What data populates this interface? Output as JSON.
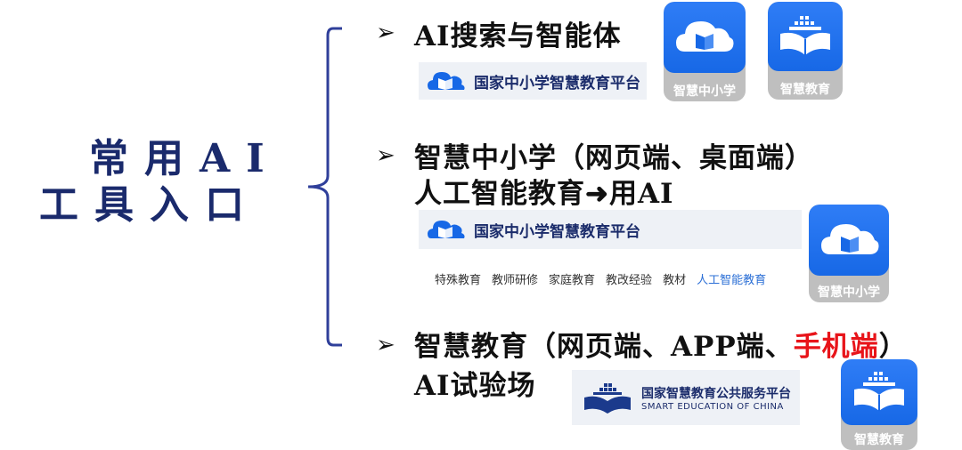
{
  "title": {
    "line1": "常用AI",
    "line2": "工具入口"
  },
  "items": [
    {
      "bullet": "➢",
      "text": "AI搜索与智能体"
    },
    {
      "bullet": "➢",
      "line1": "智慧中小学（网页端、桌面端）",
      "line2": "人工智能教育➜用AI"
    },
    {
      "bullet": "➢",
      "line1_part1": "智慧教育（网页端、APP端、",
      "line1_red": "手机端",
      "line1_part3": "）",
      "line2": "AI试验场"
    }
  ],
  "banners": {
    "zxx": "国家中小学智慧教育平台",
    "smart_cn": "国家智慧教育公共服务平台",
    "smart_en": "SMART EDUCATION OF CHINA"
  },
  "apps": {
    "zxx_label": "智慧中小学",
    "smart_label": "智慧教育"
  },
  "nav": {
    "items": [
      "特殊教育",
      "教师研修",
      "家庭教育",
      "教改经验",
      "教材",
      "人工智能教育"
    ],
    "active_index": 5
  },
  "colors": {
    "title": "#1a2a6c",
    "accent_blue": "#1768e6",
    "highlight_red": "#e8141a",
    "bracket": "#2f3f9a"
  },
  "icons": {
    "zxx_app": "cloud-book-icon",
    "smart_app": "open-book-icon"
  }
}
